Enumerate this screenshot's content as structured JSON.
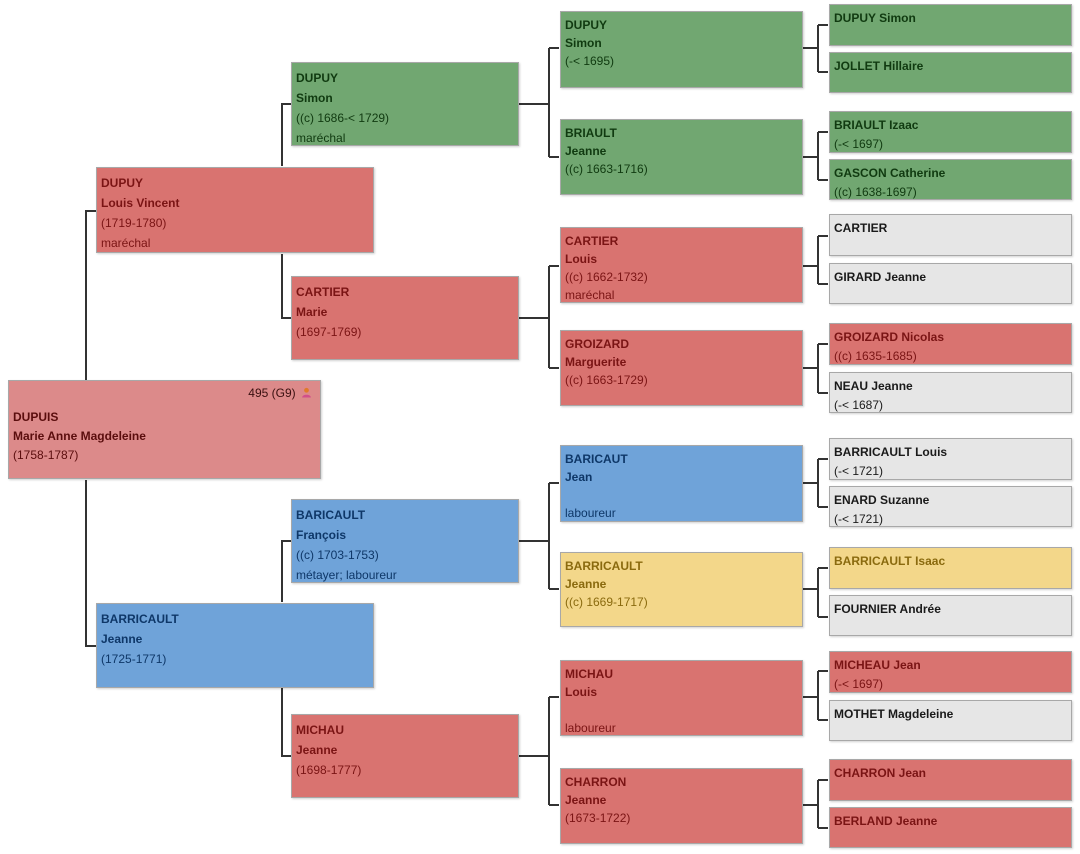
{
  "root": {
    "sosa": "495 (G9)",
    "surname": "DUPUIS",
    "given": "Marie Anne Magdeleine",
    "dates": "(1758-1787)",
    "icon": "person-icon"
  },
  "gen1": [
    {
      "surname": "DUPUY",
      "given": "Louis Vincent",
      "dates": "(1719-1780)",
      "occupation": "maréchal"
    },
    {
      "surname": "BARRICAULT",
      "given": "Jeanne",
      "dates": "(1725-1771)",
      "occupation": ""
    }
  ],
  "gen2": [
    {
      "surname": "DUPUY",
      "given": "Simon",
      "dates": "((c) 1686-< 1729)",
      "occupation": "maréchal"
    },
    {
      "surname": "CARTIER",
      "given": "Marie",
      "dates": "(1697-1769)",
      "occupation": ""
    },
    {
      "surname": "BARICAULT",
      "given": "François",
      "dates": "((c) 1703-1753)",
      "occupation": "métayer; laboureur"
    },
    {
      "surname": "MICHAU",
      "given": "Jeanne",
      "dates": "(1698-1777)",
      "occupation": ""
    }
  ],
  "gen3": [
    {
      "surname": "DUPUY",
      "given": "Simon",
      "dates": "(-< 1695)",
      "occupation": ""
    },
    {
      "surname": "BRIAULT",
      "given": "Jeanne",
      "dates": "((c) 1663-1716)",
      "occupation": ""
    },
    {
      "surname": "CARTIER",
      "given": "Louis",
      "dates": "((c) 1662-1732)",
      "occupation": "maréchal"
    },
    {
      "surname": "GROIZARD",
      "given": "Marguerite",
      "dates": "((c) 1663-1729)",
      "occupation": ""
    },
    {
      "surname": "BARICAUT",
      "given": "Jean",
      "dates": "",
      "occupation": "laboureur"
    },
    {
      "surname": "BARRICAULT",
      "given": "Jeanne",
      "dates": "((c) 1669-1717)",
      "occupation": ""
    },
    {
      "surname": "MICHAU",
      "given": "Louis",
      "dates": "",
      "occupation": "laboureur"
    },
    {
      "surname": "CHARRON",
      "given": "Jeanne",
      "dates": "(1673-1722)",
      "occupation": ""
    }
  ],
  "gen4": [
    {
      "name": "DUPUY Simon",
      "dates": ""
    },
    {
      "name": "JOLLET Hillaire",
      "dates": ""
    },
    {
      "name": "BRIAULT Izaac",
      "dates": "(-< 1697)"
    },
    {
      "name": "GASCON Catherine",
      "dates": "((c) 1638-1697)"
    },
    {
      "name": "CARTIER",
      "dates": ""
    },
    {
      "name": "GIRARD Jeanne",
      "dates": ""
    },
    {
      "name": "GROIZARD Nicolas",
      "dates": "((c) 1635-1685)"
    },
    {
      "name": "NEAU Jeanne",
      "dates": "(-< 1687)"
    },
    {
      "name": "BARRICAULT Louis",
      "dates": "(-< 1721)"
    },
    {
      "name": "ENARD Suzanne",
      "dates": "(-< 1721)"
    },
    {
      "name": "BARRICAULT Isaac",
      "dates": ""
    },
    {
      "name": "FOURNIER Andrée",
      "dates": ""
    },
    {
      "name": "MICHEAU Jean",
      "dates": "(-< 1697)"
    },
    {
      "name": "MOTHET Magdeleine",
      "dates": ""
    },
    {
      "name": "CHARRON Jean",
      "dates": ""
    },
    {
      "name": "BERLAND Jeanne",
      "dates": ""
    }
  ],
  "colors": {
    "red": "#d97370",
    "green": "#71a771",
    "blue": "#6fa3d9",
    "yellow": "#f3d78a",
    "grey": "#e6e6e6",
    "root": "#dc8a8a",
    "line": "#333333"
  }
}
